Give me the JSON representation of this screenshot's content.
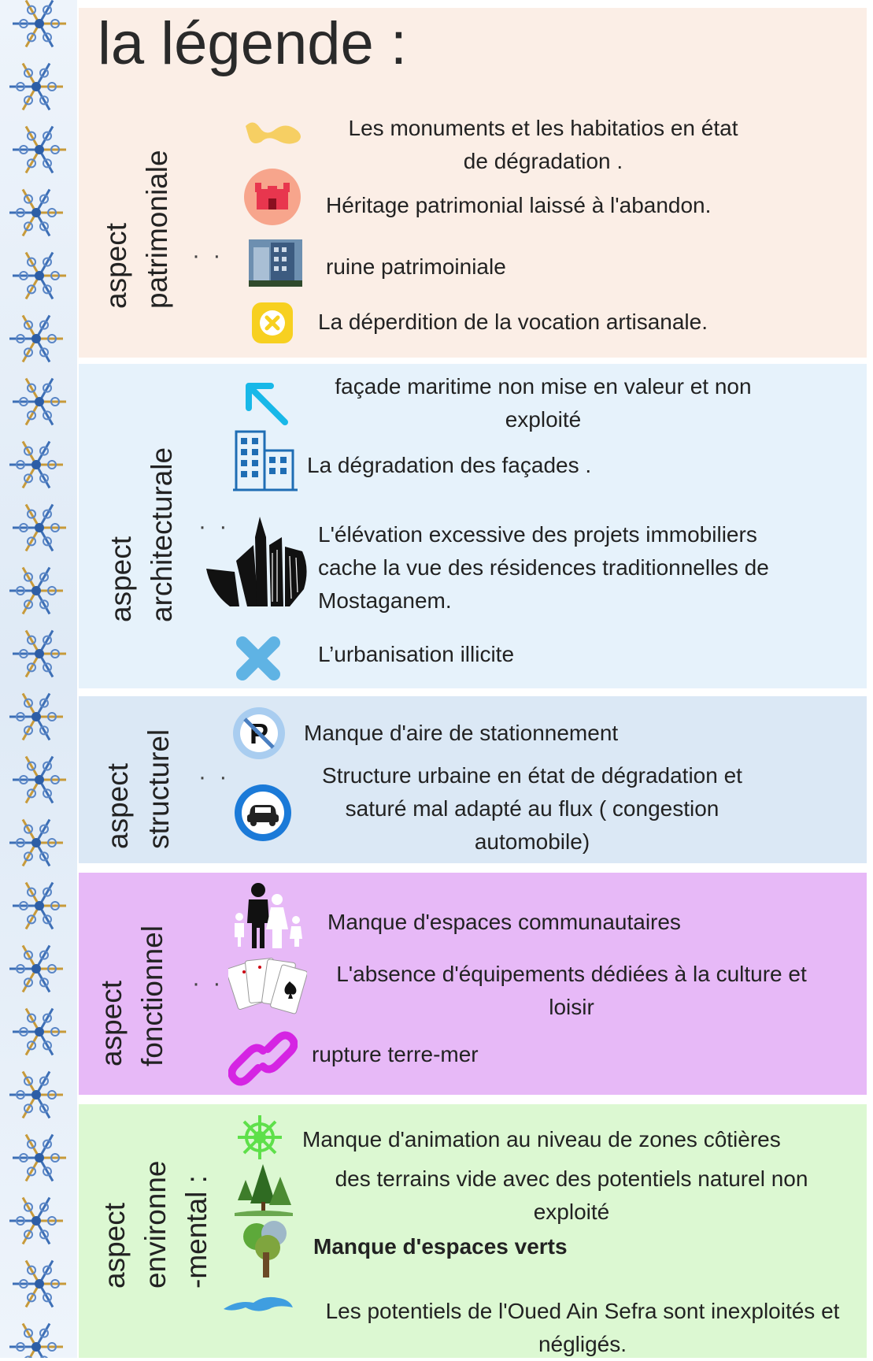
{
  "title": "la légende :",
  "sections": [
    {
      "label_line1": "aspect",
      "label_line2": "patrimoniale",
      "colon": "· ·",
      "items": [
        {
          "icon": "yellow-shape-icon",
          "text": "Les monuments et les habitatios en état\nde dégradation ."
        },
        {
          "icon": "castle-icon",
          "text": "Héritage patrimonial laissé à l'abandon."
        },
        {
          "icon": "building-photo-icon",
          "text": "ruine patrimoiniale"
        },
        {
          "icon": "yellow-x-icon",
          "text": "La déperdition de la vocation artisanale."
        }
      ]
    },
    {
      "label_line1": "aspect",
      "label_line2": "architecturale",
      "colon": "· ·",
      "items": [
        {
          "icon": "arrow-icon",
          "text": "façade maritime non mise en valeur et non\nexploité"
        },
        {
          "icon": "office-building-icon",
          "text": "La dégradation des façades ."
        },
        {
          "icon": "skyscraper-city-icon",
          "text": "L'élévation excessive des projets immobiliers\ncache la vue des résidences traditionnelles de\nMostaganem."
        },
        {
          "icon": "blue-x-icon",
          "text": "L’urbanisation illicite"
        }
      ]
    },
    {
      "label_line1": "aspect",
      "label_line2": "structurel",
      "colon": "· ·",
      "items": [
        {
          "icon": "no-parking-icon",
          "text": "Manque d'aire de stationnement"
        },
        {
          "icon": "car-icon",
          "text": "Structure urbaine en état de dégradation et\nsaturé mal adapté au flux ( congestion\nautomobile)"
        }
      ]
    },
    {
      "label_line1": "aspect",
      "label_line2": "fonctionnel",
      "colon": "· ·",
      "items": [
        {
          "icon": "family-icon",
          "text": "Manque d'espaces communautaires"
        },
        {
          "icon": "playing-cards-icon",
          "text": "L'absence d'équipements dédiées à la culture et\nloisir"
        },
        {
          "icon": "link-icon",
          "text": "rupture terre-mer"
        }
      ]
    },
    {
      "label_line1": "aspect",
      "label_line2": "environne",
      "label_line3": "-mental :",
      "items": [
        {
          "icon": "ship-wheel-icon",
          "text": "Manque d'animation au niveau de zones côtières"
        },
        {
          "icon": "trees-icon",
          "text": "des terrains vide avec des potentiels naturel non\nexploité"
        },
        {
          "icon": "tree-icon",
          "text": "Manque d'espaces verts"
        },
        {
          "icon": "water-splash-icon",
          "text": "Les potentiels de l'Oued Ain Sefra sont inexploités et\nnégligés."
        }
      ]
    }
  ],
  "colors": {
    "patrimoniale": "#fbeee6",
    "architecturale": "#e6f2fb",
    "structurel": "#dbe8f5",
    "fonctionnel": "#e7b9f7",
    "environnemental": "#dcf8d2"
  }
}
